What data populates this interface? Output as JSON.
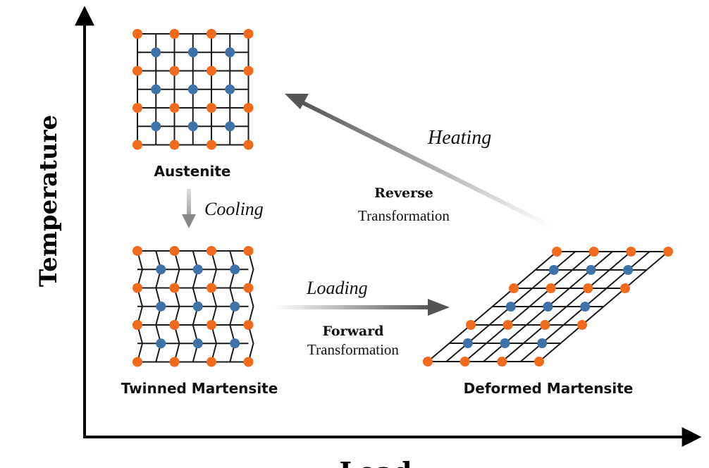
{
  "axes": {
    "y_label": "Temperature",
    "x_label": "Load"
  },
  "phases": {
    "austenite": "Austenite",
    "twinned": "Twinned Martensite",
    "deformed": "Deformed Martensite"
  },
  "processes": {
    "cooling": "Cooling",
    "loading": "Loading",
    "heating": "Heating",
    "forward_bold": "Forward",
    "forward_rest": "Transformation",
    "reverse_bold": "Reverse",
    "reverse_rest": "Transformation"
  },
  "colors": {
    "corner_atom": "#f26b1d",
    "center_atom": "#3f73a8",
    "lattice": "#1a1a1a",
    "arrow": "#555555",
    "axis": "#000000"
  }
}
